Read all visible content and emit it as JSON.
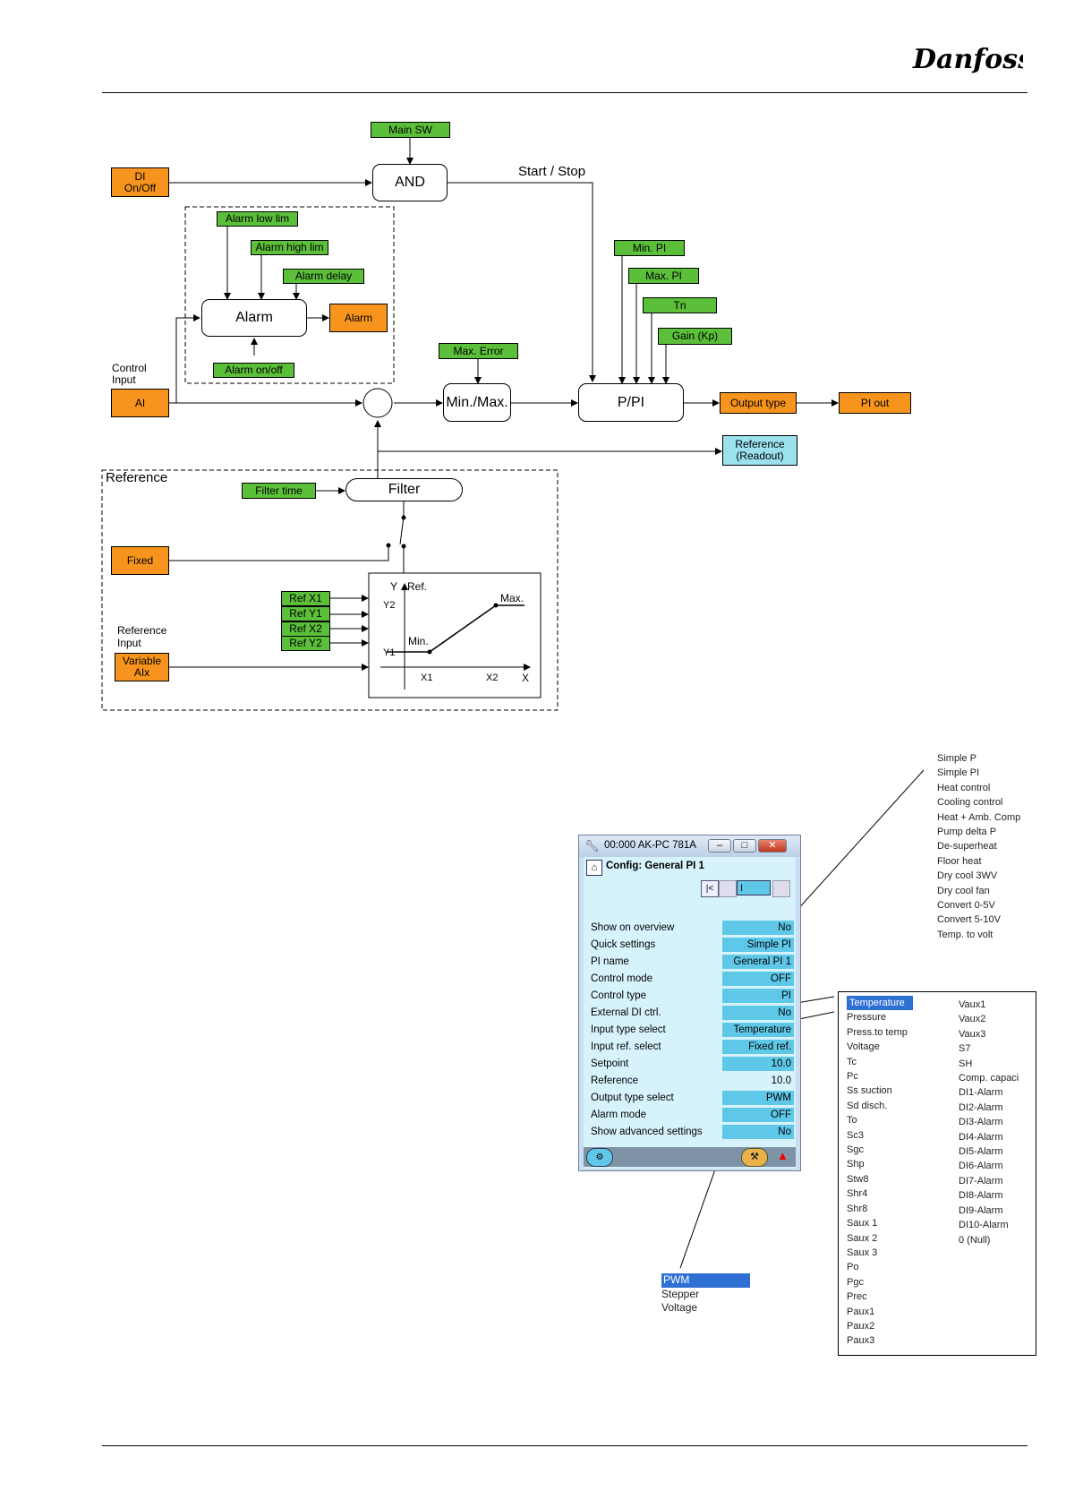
{
  "header": {
    "logo_text": "Danfoss"
  },
  "diagram": {
    "main_sw": "Main SW",
    "di_onoff": "DI\nOn/Off",
    "and": "AND",
    "start_stop": "Start / Stop",
    "alarm_low_lim": "Alarm low lim",
    "alarm_high_lim": "Alarm high lim",
    "alarm_delay": "Alarm delay",
    "alarm_block": "Alarm",
    "alarm_out": "Alarm",
    "alarm_onoff": "Alarm on/off",
    "control_input": "Control\nInput",
    "ai": "AI",
    "min_pi": "Min. PI",
    "max_pi": "Max. PI",
    "tn": "Tn",
    "gain_kp": "Gain (Kp)",
    "max_error": "Max. Error",
    "minmax": "Min./Max.",
    "p_pi": "P/PI",
    "output_type": "Output type",
    "pi_out": "PI out",
    "reference_readout": "Reference\n(Readout)",
    "reference_title": "Reference",
    "filter_time": "Filter time",
    "filter": "Filter",
    "fixed": "Fixed",
    "ref_x1": "Ref X1",
    "ref_y1": "Ref Y1",
    "ref_x2": "Ref X2",
    "ref_y2": "Ref Y2",
    "reference_input": "Reference\nInput",
    "variable_aix": "Variable\nAIx",
    "graph": {
      "y": "Y",
      "ref": "Ref.",
      "y2": "Y2",
      "y1": "Y1",
      "min": "Min.",
      "max": "Max.",
      "x1": "X1",
      "x2": "X2",
      "x": "X"
    }
  },
  "window": {
    "title": "00:000 AK-PC 781A",
    "subtitle": "Config: General PI 1",
    "nav_field": "I",
    "rows": [
      {
        "label": "Show on overview",
        "value": "No"
      },
      {
        "label": "Quick settings",
        "value": "Simple PI"
      },
      {
        "label": "PI name",
        "value": "General PI 1"
      },
      {
        "label": "Control mode",
        "value": "OFF"
      },
      {
        "label": "Control type",
        "value": "PI"
      },
      {
        "label": "External DI ctrl.",
        "value": "No"
      },
      {
        "label": "Input type select",
        "value": "Temperature"
      },
      {
        "label": "Input ref. select",
        "value": "Fixed ref."
      },
      {
        "label": "Setpoint",
        "value": "10.0"
      },
      {
        "label": "Reference",
        "value": "10.0"
      },
      {
        "label": "Output type select",
        "value": "PWM"
      },
      {
        "label": "Alarm mode",
        "value": "OFF"
      },
      {
        "label": "Show advanced settings",
        "value": "No"
      }
    ]
  },
  "quick_settings_options": [
    "Simple P",
    "Simple PI",
    "Heat control",
    "Cooling control",
    "Heat + Amb. Comp",
    "Pump delta P",
    "De-superheat",
    "Floor heat",
    "Dry cool 3WV",
    "Dry cool fan",
    "Convert 0-5V",
    "Convert 5-10V",
    "Temp. to volt"
  ],
  "input_type_options_col1": [
    "Temperature",
    "Pressure",
    "Press.to temp",
    "Voltage",
    "Tc",
    "Pc",
    "Ss suction",
    "Sd disch.",
    "To",
    "Sc3",
    "Sgc",
    "Shp",
    "Stw8",
    "Shr4",
    "Shr8",
    "Saux 1",
    "Saux 2",
    "Saux 3",
    "Po",
    "Pgc",
    "Prec",
    "Paux1",
    "Paux2",
    "Paux3"
  ],
  "input_type_options_col2": [
    "Vaux1",
    "Vaux2",
    "Vaux3",
    "S7",
    "SH",
    "Comp. capaci",
    "DI1-Alarm",
    "DI2-Alarm",
    "DI3-Alarm",
    "DI4-Alarm",
    "DI5-Alarm",
    "DI6-Alarm",
    "DI7-Alarm",
    "DI8-Alarm",
    "DI9-Alarm",
    "DI10-Alarm",
    "0 (Null)"
  ],
  "output_type_options": [
    "PWM",
    "Stepper",
    "Voltage"
  ],
  "colors": {
    "green": "#5bbf3a",
    "orange": "#f7941d",
    "cyan": "#9be1ee",
    "selected": "#2e6fd4",
    "window_field": "#5fc8e8"
  }
}
